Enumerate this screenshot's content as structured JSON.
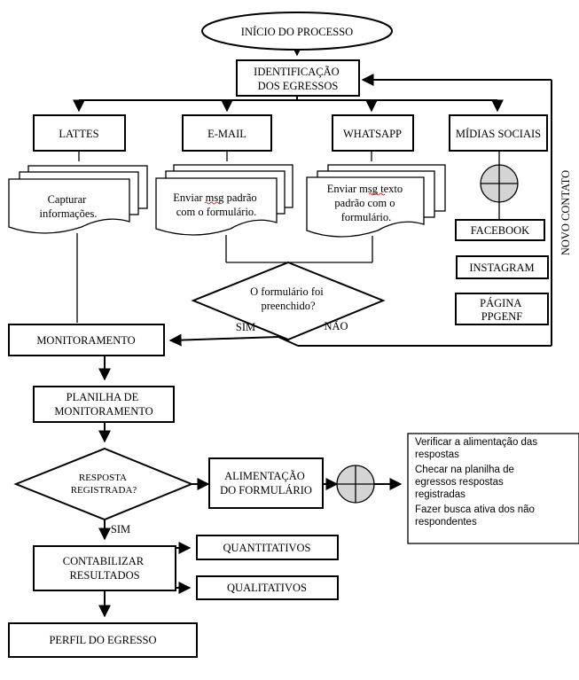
{
  "nodes": {
    "start": [
      "INÍCIO DO PROCESSO"
    ],
    "identify": [
      "IDENTIFICAÇÃO",
      "DOS EGRESSOS"
    ],
    "lattes": [
      "LATTES"
    ],
    "email": [
      "E-MAIL"
    ],
    "whatsapp": [
      "WHATSAPP"
    ],
    "social": [
      "MÍDIAS SOCIAIS"
    ],
    "capture_doc": [
      "Capturar",
      "informações."
    ],
    "email_doc": [
      "Enviar msg padrão",
      "com o formulário."
    ],
    "whatsapp_doc": [
      "Enviar msg texto",
      "padrão com o",
      "formulário."
    ],
    "facebook": [
      "FACEBOOK"
    ],
    "instagram": [
      "INSTAGRAM"
    ],
    "ppgenf": [
      "PÁGINA",
      "PPGENF"
    ],
    "form_decision": [
      "O formulário foi",
      "preenchido?"
    ],
    "monitoring": [
      "MONITORAMENTO"
    ],
    "sheet": [
      "PLANILHA DE",
      "MONITORAMENTO"
    ],
    "answer_decision": [
      "RESPOSTA",
      "REGISTRADA?"
    ],
    "feeding": [
      "ALIMENTAÇÃO",
      "DO FORMULÁRIO"
    ],
    "count": [
      "CONTABILIZAR",
      "RESULTADOS"
    ],
    "quant": [
      "QUANTITATIVOS"
    ],
    "qual": [
      "QUALITATIVOS"
    ],
    "profile": [
      "PERFIL DO EGRESSO"
    ],
    "notes": [
      "Verificar a alimentação das",
      "respostas",
      "Checar na planilha de",
      "egressos respostas",
      "registradas",
      "Fazer busca ativa dos não",
      "respondentes"
    ]
  },
  "edge_labels": {
    "form_yes": "SIM",
    "form_no": "NÃO",
    "new_contact": "NOVO CONTATO",
    "answer_yes": "SIM"
  }
}
